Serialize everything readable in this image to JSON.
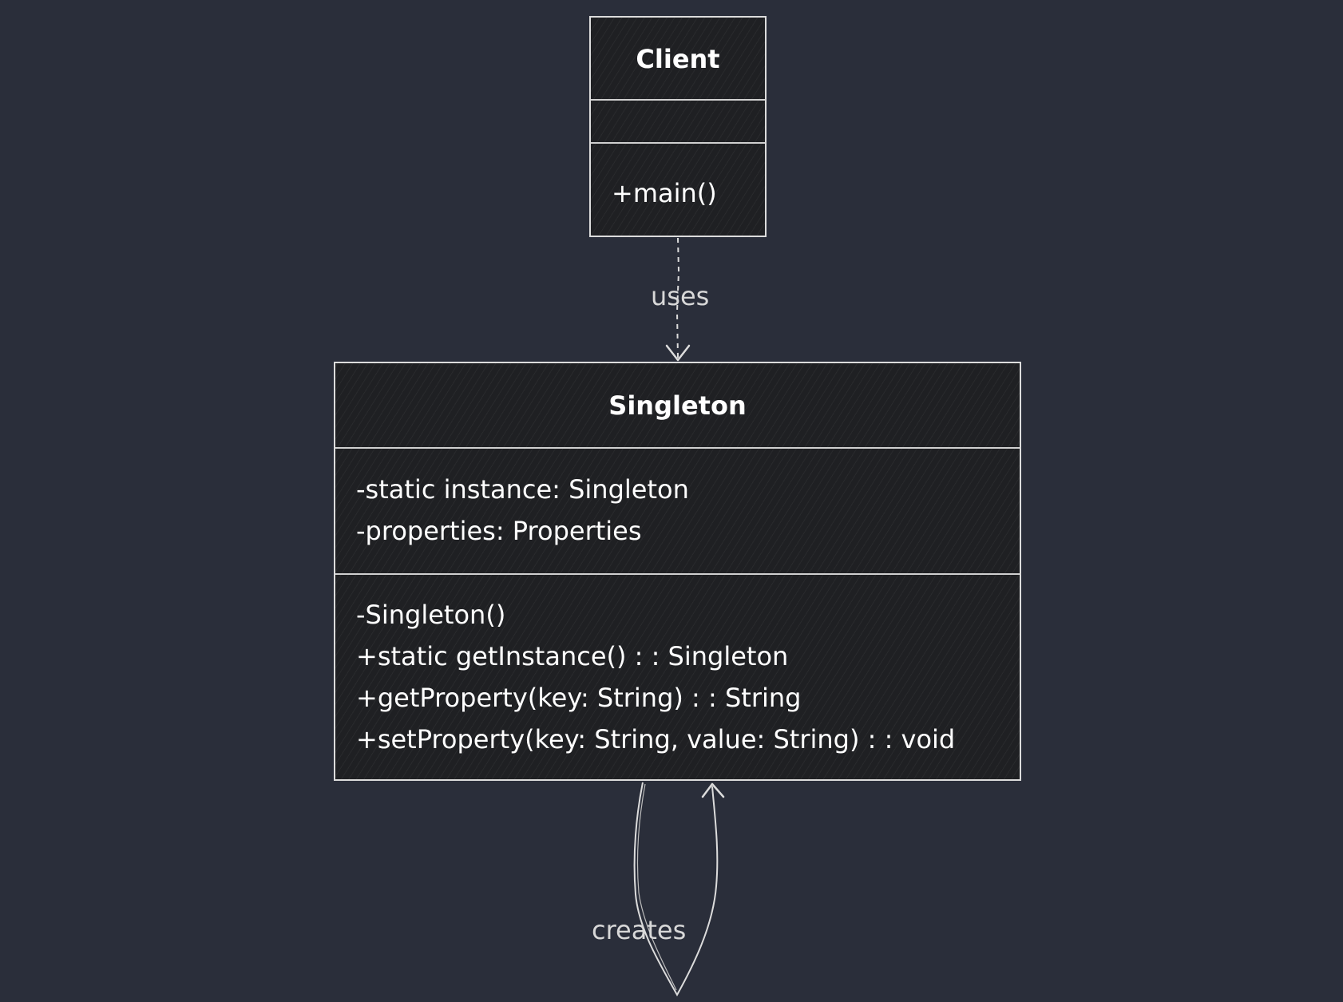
{
  "diagram": {
    "colors": {
      "background": "#2a2e3a",
      "box_fill": "#1f2023",
      "stroke": "#dcdcdc",
      "text": "#ffffff"
    },
    "client": {
      "name": "Client",
      "attributes": [],
      "methods": [
        "+main()"
      ]
    },
    "singleton": {
      "name": "Singleton",
      "attributes": [
        "-static instance: Singleton",
        "-properties: Properties"
      ],
      "methods": [
        "-Singleton()",
        "+static getInstance() : : Singleton",
        "+getProperty(key: String) : : String",
        "+setProperty(key: String, value: String) : : void"
      ]
    },
    "relations": [
      {
        "from": "Client",
        "to": "Singleton",
        "label": "uses",
        "style": "dashed"
      },
      {
        "from": "Singleton",
        "to": "Singleton",
        "label": "creates",
        "style": "solid"
      }
    ]
  }
}
